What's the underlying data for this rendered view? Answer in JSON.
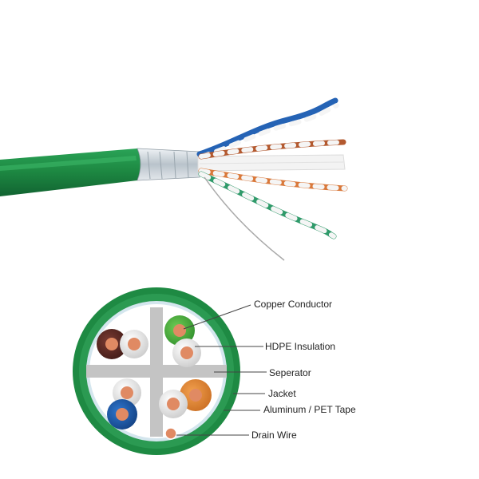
{
  "colors": {
    "jacket": "#1e8a43",
    "jacket_dark": "#15703a",
    "inner_ring": "#c7dde7",
    "separator": "#c4c4c4",
    "copper": "#e08a63",
    "pair_brown": "#5a2a24",
    "pair_green": "#4caf3f",
    "pair_blue": "#1f5aa8",
    "pair_orange": "#e28a3c",
    "foil": "#d8dde2"
  },
  "labels": [
    {
      "id": "copper",
      "text": "Copper Conductor"
    },
    {
      "id": "hdpe",
      "text": "HDPE Insulation"
    },
    {
      "id": "separator",
      "text": "Seperator"
    },
    {
      "id": "jacket",
      "text": "Jacket"
    },
    {
      "id": "tape",
      "text": "Aluminum / PET Tape"
    },
    {
      "id": "drain",
      "text": "Drain Wire"
    }
  ]
}
